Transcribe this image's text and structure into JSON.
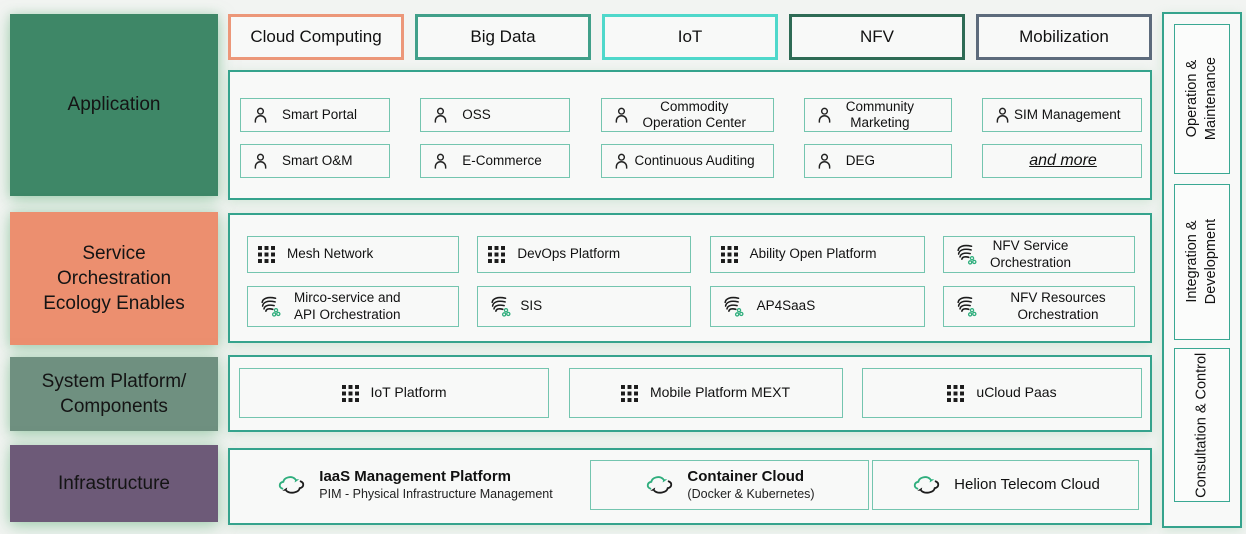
{
  "left_column": {
    "blocks": [
      {
        "label": "Application",
        "bg": "#3e8767"
      },
      {
        "label": "Service\nOrchestration\nEcology Enables",
        "bg": "#ec8f6f"
      },
      {
        "label": "System Platform/\nComponents",
        "bg": "#6f9080"
      },
      {
        "label": "Infrastructure",
        "bg": "#6d5a78"
      }
    ]
  },
  "top_row": {
    "boxes": [
      {
        "label": "Cloud Computing",
        "border_color": "#ec9779"
      },
      {
        "label": "Big Data",
        "border_color": "#41a08a"
      },
      {
        "label": "IoT",
        "border_color": "#4fd8cb"
      },
      {
        "label": "NFV",
        "border_color": "#2e6b55"
      },
      {
        "label": "Mobilization",
        "border_color": "#5d6b7c"
      }
    ]
  },
  "application": {
    "row1": [
      {
        "label": "Smart Portal",
        "icon": "person"
      },
      {
        "label": "OSS",
        "icon": "person"
      },
      {
        "label": "Commodity\nOperation Center",
        "icon": "person"
      },
      {
        "label": "Community\nMarketing",
        "icon": "person"
      },
      {
        "label": "SIM Management",
        "icon": "person"
      }
    ],
    "row2": [
      {
        "label": "Smart O&M",
        "icon": "person"
      },
      {
        "label": "E-Commerce",
        "icon": "person"
      },
      {
        "label": "Continuous Auditing",
        "icon": "person"
      },
      {
        "label": "DEG",
        "icon": "person"
      },
      {
        "label": "and more"
      }
    ]
  },
  "service_orchestration": {
    "row1": [
      {
        "label": "Mesh Network",
        "icon": "grid"
      },
      {
        "label": "DevOps Platform",
        "icon": "grid"
      },
      {
        "label": "Ability Open Platform",
        "icon": "grid"
      },
      {
        "label": "NFV Service\nOrchestration",
        "icon": "swirl"
      }
    ],
    "row2": [
      {
        "label": "Mirco-service and\nAPI Orchestration",
        "icon": "swirl"
      },
      {
        "label": "SIS",
        "icon": "swirl"
      },
      {
        "label": "AP4SaaS",
        "icon": "swirl"
      },
      {
        "label": "NFV Resources\nOrchestration",
        "icon": "swirl"
      }
    ]
  },
  "system_platform": {
    "items": [
      {
        "label": "IoT Platform",
        "icon": "grid"
      },
      {
        "label": "Mobile Platform MEXT",
        "icon": "grid"
      },
      {
        "label": "uCloud Paas",
        "icon": "grid"
      }
    ]
  },
  "infrastructure": {
    "items": [
      {
        "title": "IaaS Management Platform",
        "subtitle": "PIM - Physical Infrastructure Management",
        "icon": "cloud-sync"
      },
      {
        "title": "Container Cloud",
        "subtitle": "(Docker & Kubernetes)",
        "icon": "cloud-sync"
      },
      {
        "title": "Helion Telecom Cloud",
        "icon": "cloud-sync"
      }
    ]
  },
  "right_column": {
    "labels": [
      "Operation &\nMaintenance",
      "Integration &\nDevelopment",
      "Consultation & Control"
    ]
  },
  "colors": {
    "page_bg": "#f2f4f2",
    "container_bg": "#f8f9f8",
    "container_border": "#35a38d",
    "item_border": "#74c5af",
    "icon_green": "#35ad85",
    "glow_green": "#8cc89b",
    "text": "#111111"
  }
}
